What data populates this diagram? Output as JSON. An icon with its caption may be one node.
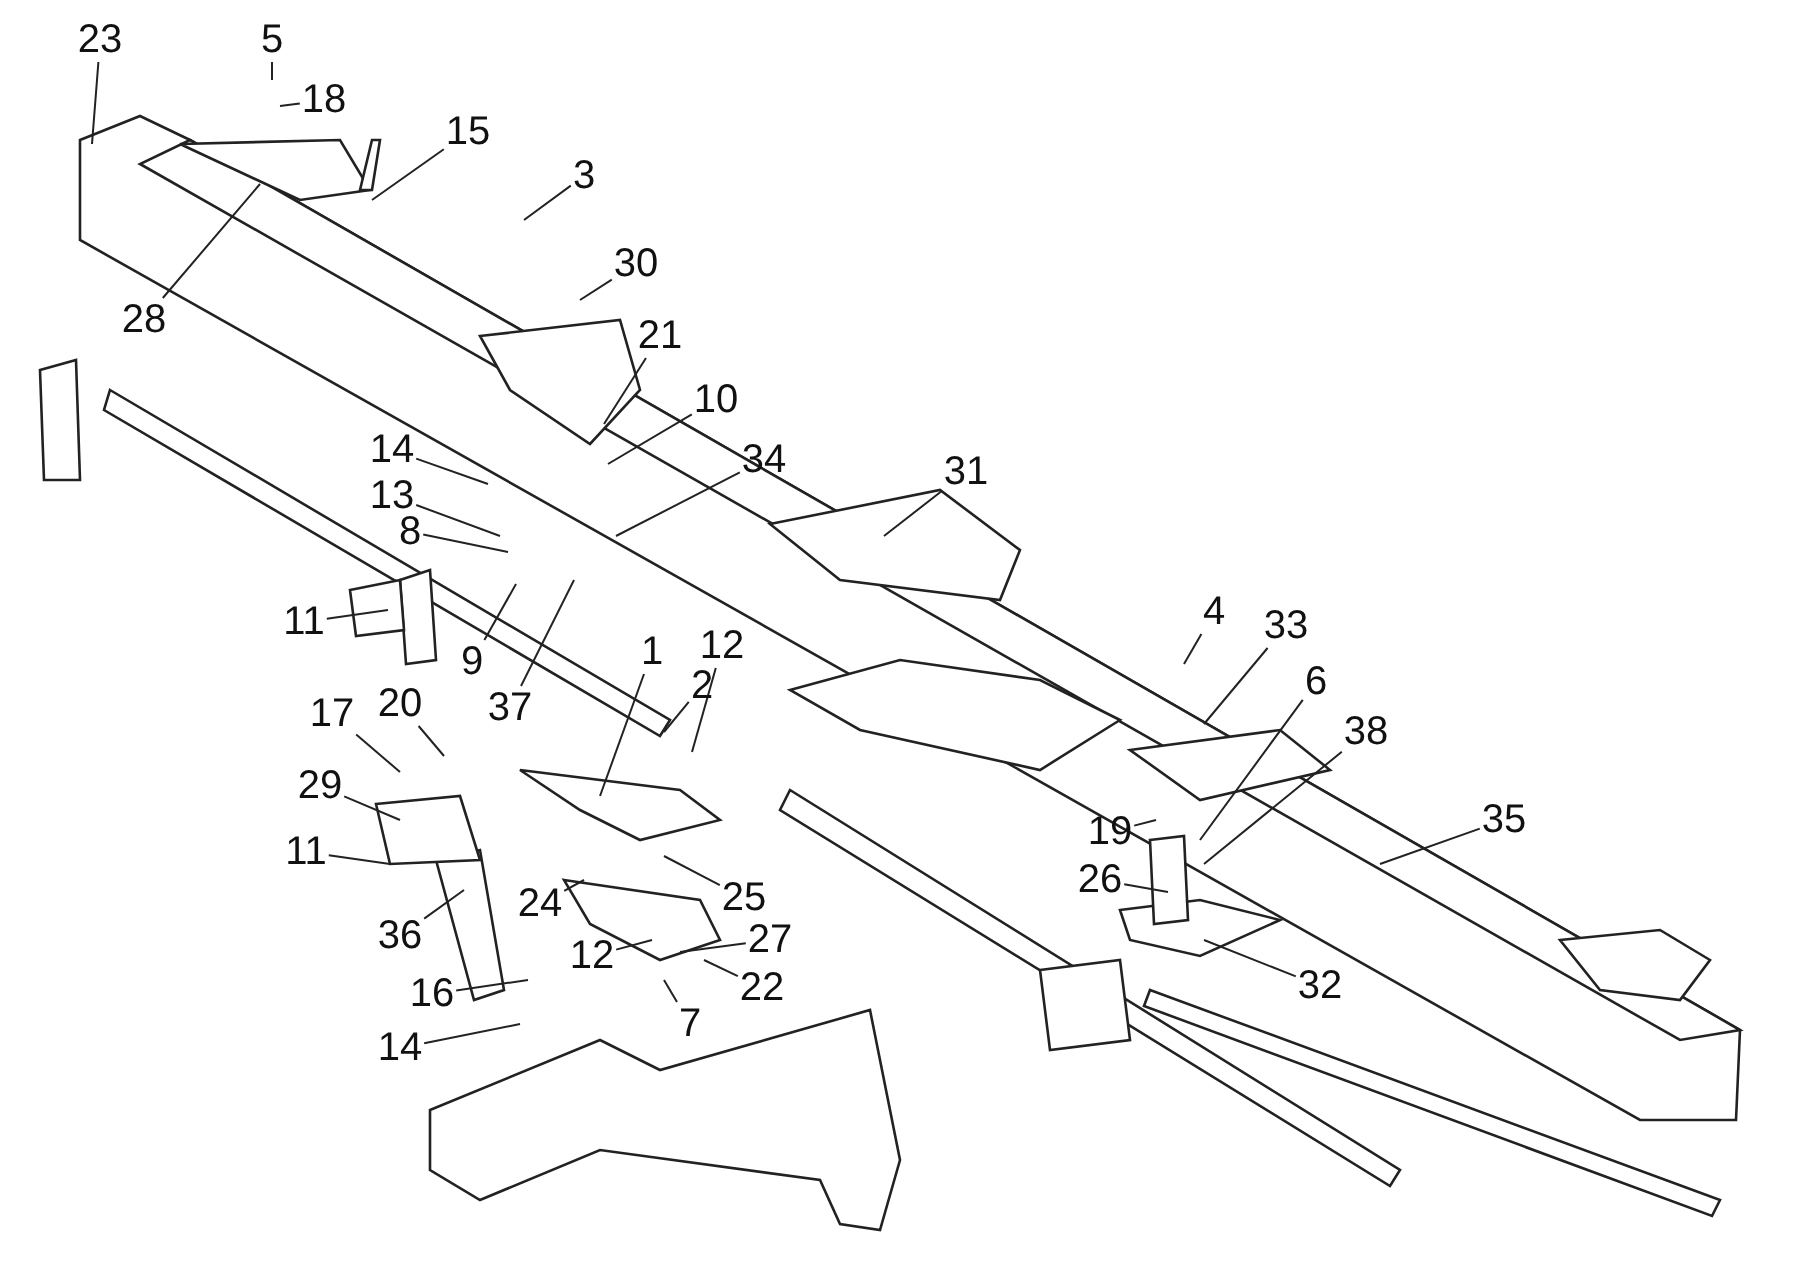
{
  "diagram": {
    "nodes": [
      {
        "text": [
          "23"
        ]
      },
      {
        "text": [
          "5"
        ]
      },
      {
        "text": [
          "18"
        ]
      },
      {
        "text": [
          "15"
        ]
      },
      {
        "text": [
          "3"
        ]
      },
      {
        "text": [
          "30"
        ]
      },
      {
        "text": [
          "21"
        ]
      },
      {
        "text": [
          "28"
        ]
      },
      {
        "text": [
          "10"
        ]
      },
      {
        "text": [
          "14"
        ]
      },
      {
        "text": [
          "34"
        ]
      },
      {
        "text": [
          "31"
        ]
      },
      {
        "text": [
          "13"
        ]
      },
      {
        "text": [
          "8"
        ]
      },
      {
        "text": [
          "11"
        ]
      },
      {
        "text": [
          "9"
        ]
      },
      {
        "text": [
          "4"
        ]
      },
      {
        "text": [
          "33"
        ]
      },
      {
        "text": [
          "1"
        ]
      },
      {
        "text": [
          "12"
        ]
      },
      {
        "text": [
          "2"
        ]
      },
      {
        "text": [
          "20"
        ]
      },
      {
        "text": [
          "37"
        ]
      },
      {
        "text": [
          "6"
        ]
      },
      {
        "text": [
          "38"
        ]
      },
      {
        "text": [
          "17"
        ]
      },
      {
        "text": [
          "29"
        ]
      },
      {
        "text": [
          "35"
        ]
      },
      {
        "text": [
          "19"
        ]
      },
      {
        "text": [
          "11"
        ]
      },
      {
        "text": [
          "26"
        ]
      },
      {
        "text": [
          "25"
        ]
      },
      {
        "text": [
          "36"
        ]
      },
      {
        "text": [
          "24"
        ]
      },
      {
        "text": [
          "27"
        ]
      },
      {
        "text": [
          "32"
        ]
      },
      {
        "text": [
          "12"
        ]
      },
      {
        "text": [
          "22"
        ]
      },
      {
        "text": [
          "16"
        ]
      },
      {
        "text": [
          "7"
        ]
      },
      {
        "text": [
          "14"
        ]
      }
    ],
    "edges": [
      {
        "from": 0,
        "to": null,
        "arrow": "none"
      },
      {
        "from": 1,
        "to": null,
        "arrow": "none"
      },
      {
        "from": 2,
        "to": null,
        "arrow": "none"
      },
      {
        "from": 3,
        "to": null,
        "arrow": "none"
      },
      {
        "from": 4,
        "to": null,
        "arrow": "none"
      },
      {
        "from": 5,
        "to": null,
        "arrow": "none"
      },
      {
        "from": 6,
        "to": null,
        "arrow": "none"
      },
      {
        "from": 7,
        "to": null,
        "arrow": "none"
      },
      {
        "from": 8,
        "to": null,
        "arrow": "none"
      },
      {
        "from": 9,
        "to": null,
        "arrow": "none"
      },
      {
        "from": 10,
        "to": null,
        "arrow": "none"
      },
      {
        "from": 11,
        "to": null,
        "arrow": "none"
      },
      {
        "from": 12,
        "to": null,
        "arrow": "none"
      },
      {
        "from": 13,
        "to": null,
        "arrow": "none"
      },
      {
        "from": 14,
        "to": null,
        "arrow": "none"
      },
      {
        "from": 15,
        "to": null,
        "arrow": "none"
      },
      {
        "from": 16,
        "to": null,
        "arrow": "none"
      },
      {
        "from": 17,
        "to": null,
        "arrow": "none"
      },
      {
        "from": 18,
        "to": null,
        "arrow": "none"
      },
      {
        "from": 19,
        "to": null,
        "arrow": "none"
      },
      {
        "from": 20,
        "to": null,
        "arrow": "none"
      },
      {
        "from": 21,
        "to": null,
        "arrow": "none"
      },
      {
        "from": 22,
        "to": null,
        "arrow": "none"
      },
      {
        "from": 23,
        "to": null,
        "arrow": "none"
      },
      {
        "from": 24,
        "to": null,
        "arrow": "none"
      },
      {
        "from": 25,
        "to": null,
        "arrow": "none"
      },
      {
        "from": 26,
        "to": null,
        "arrow": "none"
      },
      {
        "from": 27,
        "to": null,
        "arrow": "none"
      },
      {
        "from": 28,
        "to": null,
        "arrow": "none"
      },
      {
        "from": 29,
        "to": null,
        "arrow": "none"
      },
      {
        "from": 30,
        "to": null,
        "arrow": "none"
      },
      {
        "from": 31,
        "to": null,
        "arrow": "none"
      },
      {
        "from": 32,
        "to": null,
        "arrow": "none"
      },
      {
        "from": 33,
        "to": null,
        "arrow": "none"
      },
      {
        "from": 34,
        "to": null,
        "arrow": "none"
      },
      {
        "from": 35,
        "to": null,
        "arrow": "none"
      },
      {
        "from": 36,
        "to": null,
        "arrow": "none"
      },
      {
        "from": 37,
        "to": null,
        "arrow": "none"
      },
      {
        "from": 38,
        "to": null,
        "arrow": "none"
      },
      {
        "from": 39,
        "to": null,
        "arrow": "none"
      },
      {
        "from": 40,
        "to": null,
        "arrow": "none"
      }
    ]
  }
}
